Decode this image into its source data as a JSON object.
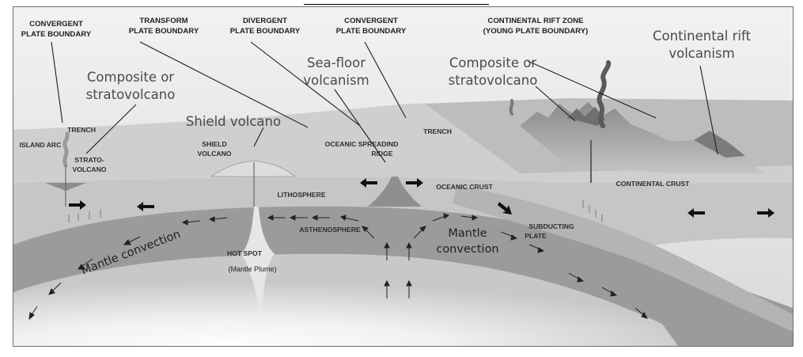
{
  "labels": {
    "convergent_left_1": "CONVERGENT",
    "convergent_left_2": "PLATE BOUNDARY",
    "transform_1": "TRANSFORM",
    "transform_2": "PLATE BOUNDARY",
    "divergent_1": "DIVERGENT",
    "divergent_2": "PLATE BOUNDARY",
    "convergent_mid_1": "CONVERGENT",
    "convergent_mid_2": "PLATE BOUNDARY",
    "rift_zone_1": "CONTINENTAL RIFT ZONE",
    "rift_zone_2": "(YOUNG PLATE BOUNDARY)",
    "trench_left": "TRENCH",
    "island_arc": "ISLAND ARC",
    "strato_1": "STRATO-",
    "strato_2": "VOLCANO",
    "shield_1": "SHIELD",
    "shield_2": "VOLCANO",
    "ridge_1": "OCEANIC SPREADIND",
    "ridge_2": "RIDGE",
    "trench_right": "TRENCH",
    "oceanic_crust": "OCEANIC CRUST",
    "continental_crust": "CONTINENTAL CRUST",
    "lithosphere": "LITHOSPHERE",
    "asthenosphere": "ASTHENOSPHERE",
    "hot_spot": "HOT SPOT",
    "mantle_plume": "(Mantle Plume)",
    "subducting_1": "SUBDUCTING",
    "subducting_2": "PLATE"
  },
  "annotations": {
    "composite_left_1": "Composite or",
    "composite_left_2": "stratovolcano",
    "shield_volcano": "Shield volcano",
    "seafloor_1": "Sea-floor",
    "seafloor_2": "volcanism",
    "composite_right_1": "Composite or",
    "composite_right_2": "stratovolcano",
    "rift_volcanism_1": "Continental rift",
    "rift_volcanism_2": "volcanism",
    "mantle_convection_left": "Mantle convection",
    "mantle_convection_right_1": "Mantle",
    "mantle_convection_right_2": "convection"
  },
  "colors": {
    "sky": "#e6e6e6",
    "lithosphere": "#c9c9c9",
    "asthenosphere": "#9a9a9a",
    "lower_mantle": "#d6d6d6",
    "core_glow": "#f6f6f6",
    "annotation_text": "#4a4a4a"
  }
}
